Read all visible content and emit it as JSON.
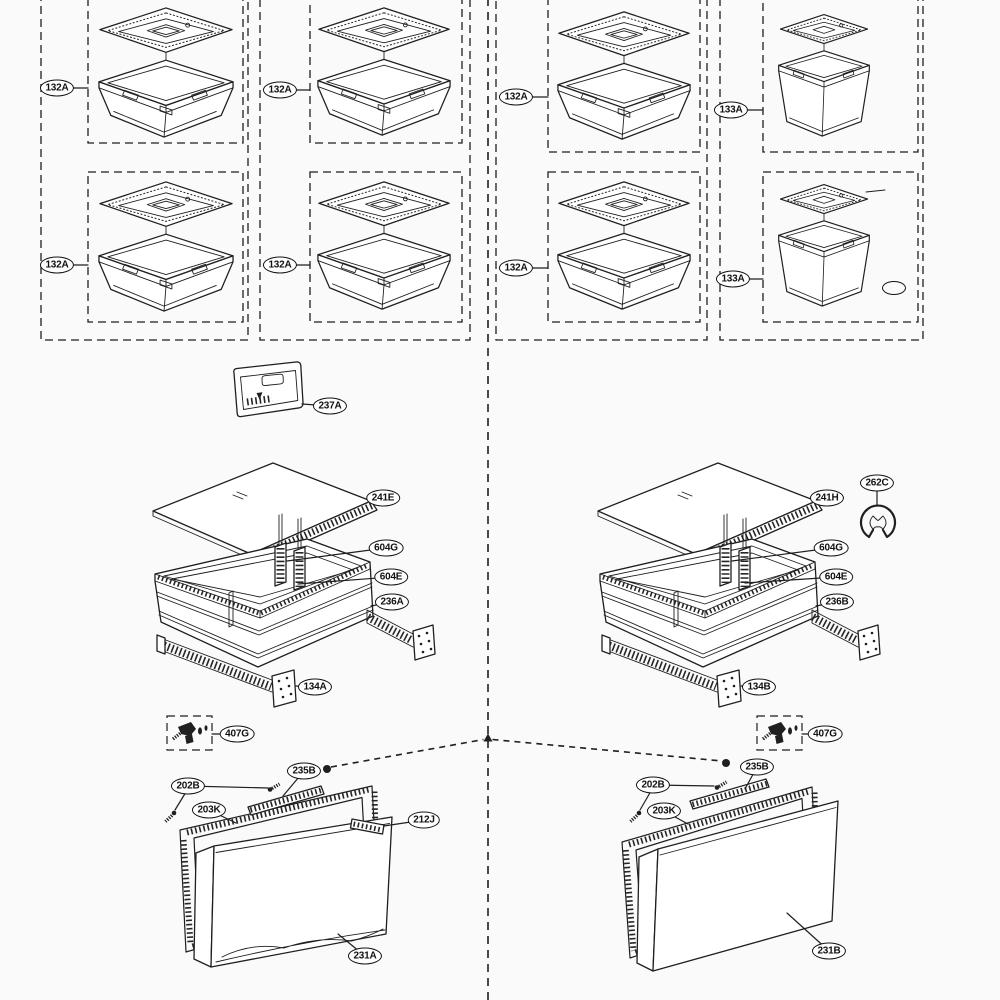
{
  "colors": {
    "background": "#fafafa",
    "line": "#1f1f1f",
    "label_background": "#ffffff"
  },
  "labels": {
    "p132a": "132A",
    "p133a": "133A",
    "p237a": "237A",
    "p241e": "241E",
    "p241h": "241H",
    "p604g": "604G",
    "p604e": "604E",
    "p236a": "236A",
    "p236b": "236B",
    "p134a": "134A",
    "p134b": "134B",
    "p407g": "407G",
    "p262c": "262C",
    "p202b": "202B",
    "p203k": "203K",
    "p235b": "235B",
    "p212j": "212J",
    "p231a": "231A",
    "p231b": "231B"
  }
}
